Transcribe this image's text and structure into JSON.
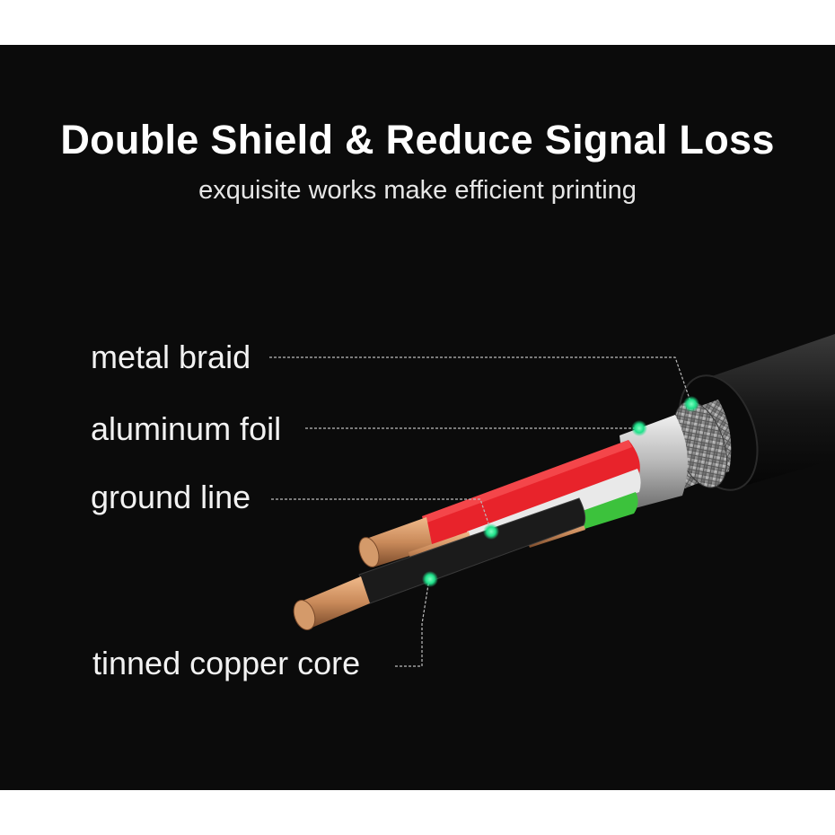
{
  "header": {
    "title": "Double Shield & Reduce Signal Loss",
    "subtitle": "exquisite works make efficient printing"
  },
  "callouts": {
    "metal_braid": "metal braid",
    "aluminum_foil": "aluminum foil",
    "ground_line": "ground line",
    "tinned_copper_core": "tinned copper core"
  },
  "colors": {
    "background": "#0b0b0b",
    "marker": "#1fe08a",
    "red_wire": "#e8232b",
    "green_wire": "#3cc23c",
    "copper": "#c98a5a"
  },
  "icons": [
    "usb-cable-cross-section"
  ]
}
